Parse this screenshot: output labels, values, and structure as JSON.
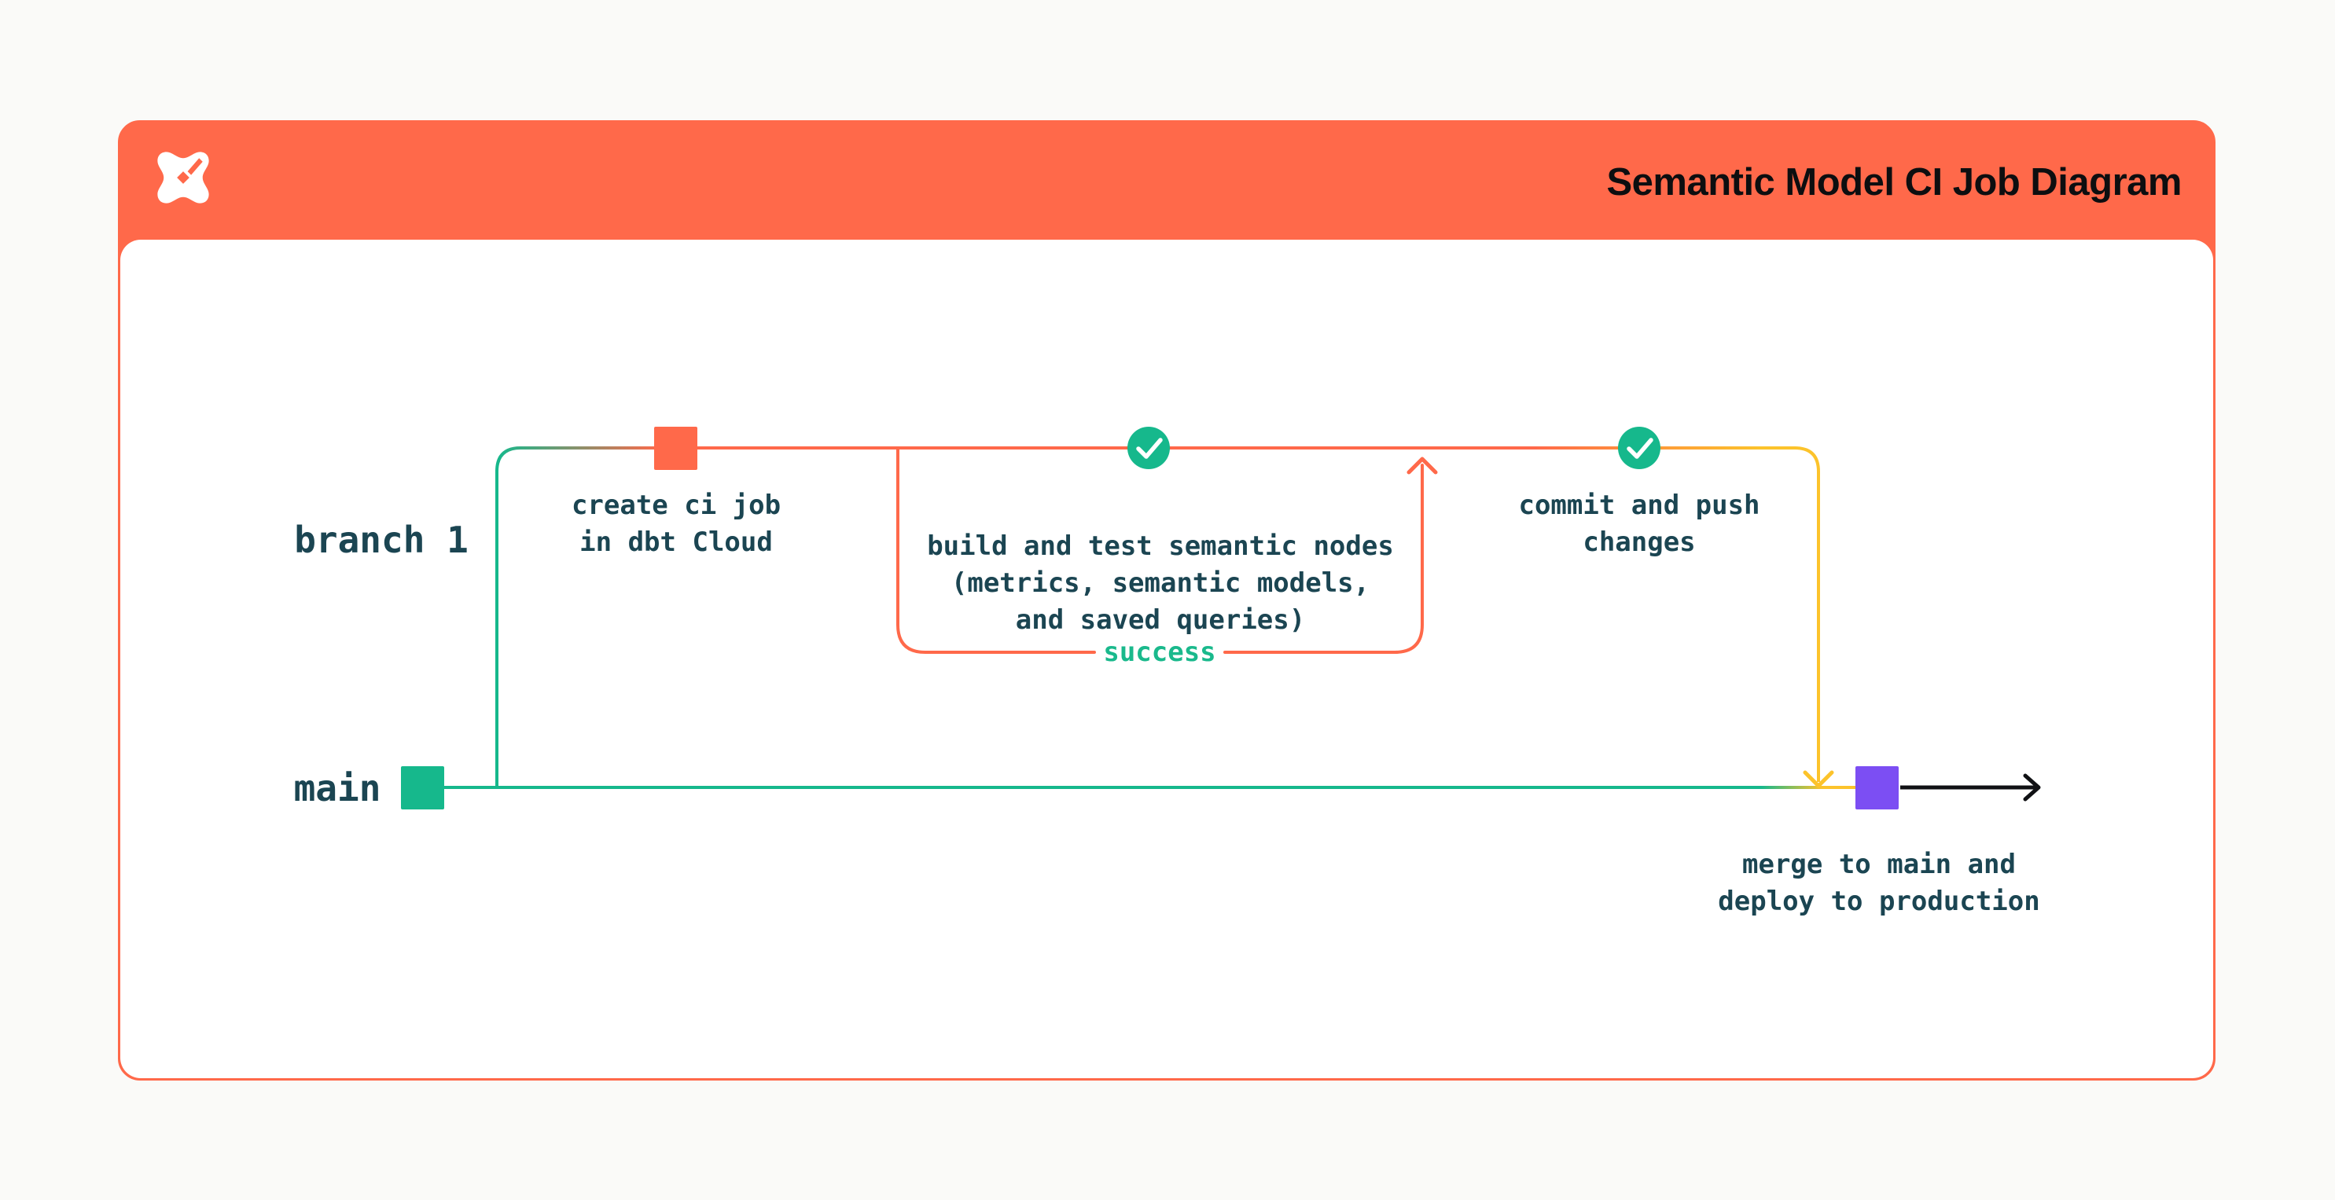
{
  "header": {
    "title": "Semantic Model CI Job Diagram",
    "logo": "dbt-logo",
    "background": "#ff694a"
  },
  "diagram": {
    "lanes": {
      "branch_label": "branch 1",
      "main_label": "main"
    },
    "nodes": [
      {
        "id": "create-ci-job",
        "marker": "orange-commit-square",
        "label": "create ci job\nin dbt Cloud"
      },
      {
        "id": "build-and-test",
        "marker": "check-circle",
        "label": "build and test semantic nodes\n(metrics, semantic models,\nand saved queries)"
      },
      {
        "id": "commit-push",
        "marker": "check-circle",
        "label": "commit and push\nchanges"
      },
      {
        "id": "merge-deploy",
        "marker": "purple-commit-square",
        "label": "merge to main and\ndeploy to production"
      }
    ],
    "loop_label": "success",
    "colors": {
      "orange": "#ff694a",
      "green": "#16b88c",
      "yellow": "#fcc32b",
      "purple": "#7c4ef3",
      "text_dark": "#1b4552",
      "arrow_black": "#101114",
      "card_bg": "#ffffff",
      "page_bg": "#fafaf8"
    }
  }
}
